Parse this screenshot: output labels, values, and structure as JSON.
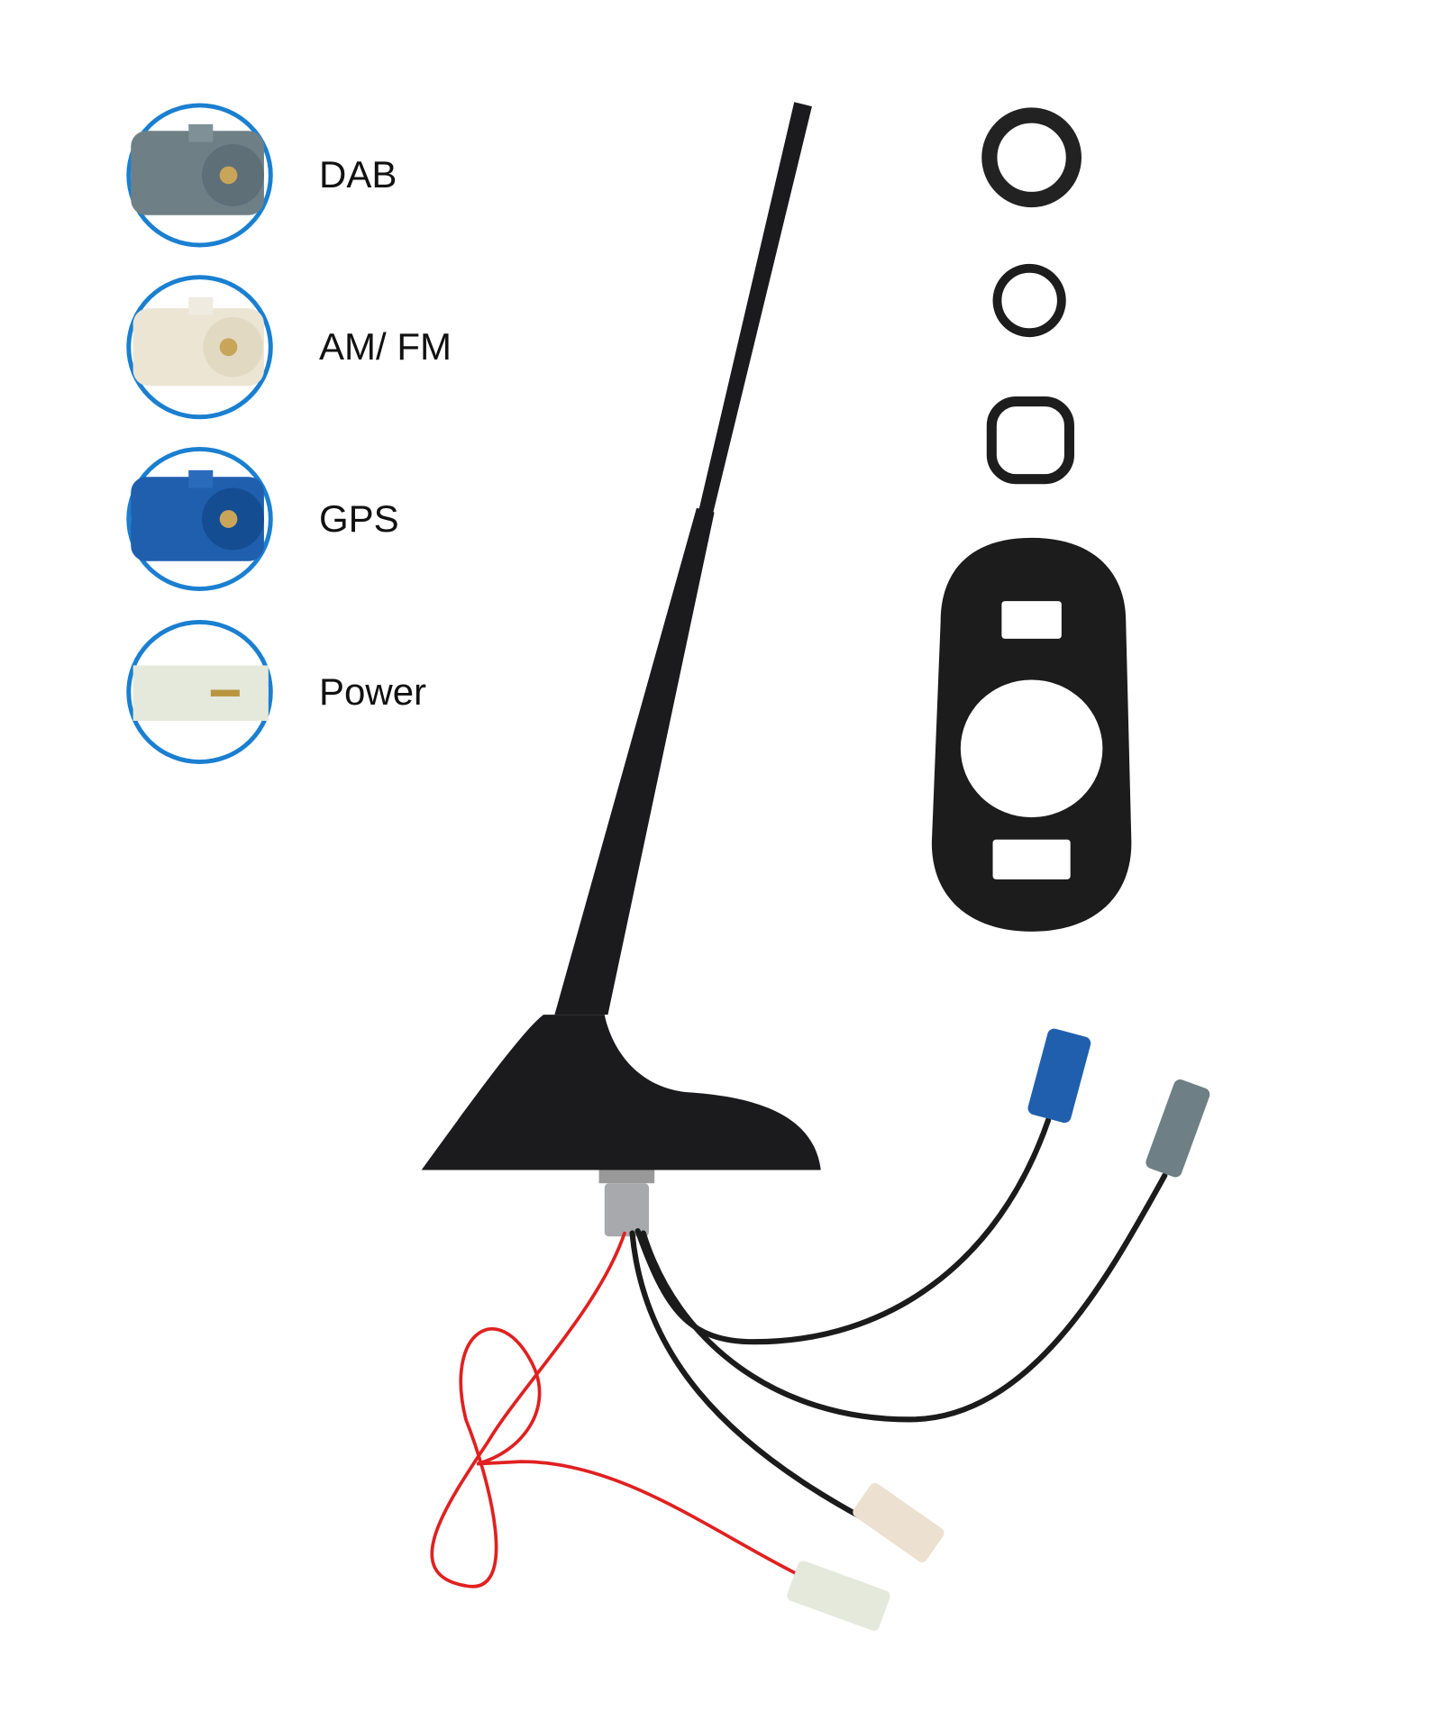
{
  "legend": [
    {
      "label": "DAB",
      "color": "#6e7f86"
    },
    {
      "label": "AM/ FM",
      "color": "#ece5d4"
    },
    {
      "label": "GPS",
      "color": "#1f5fae"
    },
    {
      "label": "Power",
      "color": "#e4e9dc"
    }
  ],
  "colors": {
    "ring": "#1a7fd0",
    "antenna": "#1b1b1d",
    "red_wire": "#e02020"
  }
}
